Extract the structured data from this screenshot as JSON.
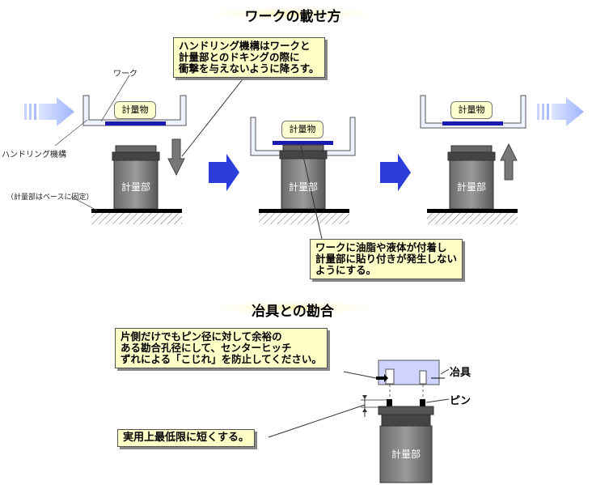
{
  "section1": {
    "title": "ワークの載せ方",
    "note_top": "ハンドリング機構はワークと\n計量部とのドキングの際に\n衝撃を与えないように降ろす。",
    "note_bottom": "ワークに油脂や液体が付着し\n計量部に貼り付きが発生しない\nようにする。",
    "label_work": "ワーク",
    "label_handling": "ハンドリング機構",
    "label_base": "（計量部はベースに固定）",
    "object_label": "計量物",
    "scale_label": "計量部"
  },
  "section2": {
    "title": "冶具との勘合",
    "note_top": "片側だけでもピン径に対して余裕の\nある勘合孔径にして、センターヒッチ\nずれによる「こじれ」を防止してください。",
    "note_bottom": "実用上最低限に短くする。",
    "label_jig": "冶具",
    "label_pin": "ピン",
    "scale_label": "計量部"
  },
  "colors": {
    "arrow_blue": "#2b3ddb",
    "plate": "#1a1ab0",
    "scale_body": "#555555",
    "title_glow": "#fff3a0"
  }
}
